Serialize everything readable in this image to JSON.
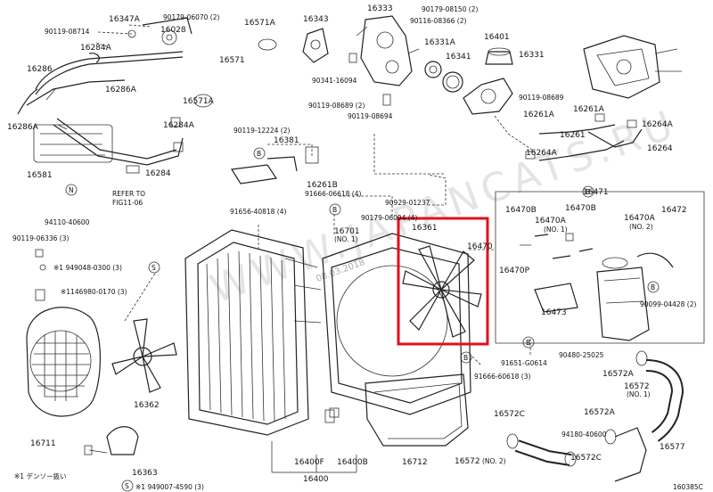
{
  "watermark": "WWW.JAPANCATS.RU",
  "watermark_date": "08.03.2018",
  "diagram_id": "160385C",
  "labels": [
    {
      "id": "l16347a",
      "t": "16347A"
    },
    {
      "id": "l90179_06070",
      "t": "90179-06070 (2)"
    },
    {
      "id": "l16571a_top",
      "t": "16571A"
    },
    {
      "id": "l16343",
      "t": "16343"
    },
    {
      "id": "l16333",
      "t": "16333"
    },
    {
      "id": "l90179_08150",
      "t": "90179-08150 (2)"
    },
    {
      "id": "l90119_08714",
      "t": "90119-08714"
    },
    {
      "id": "l16028",
      "t": "16028"
    },
    {
      "id": "l90116_08366",
      "t": "90116-08366 (2)"
    },
    {
      "id": "l16284a_top",
      "t": "16284A"
    },
    {
      "id": "l16331a",
      "t": "16331A"
    },
    {
      "id": "l16401",
      "t": "16401"
    },
    {
      "id": "l16571",
      "t": "16571"
    },
    {
      "id": "l16341",
      "t": "16341"
    },
    {
      "id": "l16286",
      "t": "16286"
    },
    {
      "id": "l16286a_mid",
      "t": "16286A"
    },
    {
      "id": "l16331",
      "t": "16331"
    },
    {
      "id": "l90341_16094",
      "t": "90341-16094"
    },
    {
      "id": "l16571a_mid",
      "t": "16571A"
    },
    {
      "id": "l90119_08689a",
      "t": "90119-08689 (2)"
    },
    {
      "id": "l90119_08689b",
      "t": "90119-08689"
    },
    {
      "id": "l90119_08694",
      "t": "90119-08694"
    },
    {
      "id": "l16261a_top",
      "t": "16261A"
    },
    {
      "id": "l16286a_left",
      "t": "16286A"
    },
    {
      "id": "l16284a_mid",
      "t": "16284A"
    },
    {
      "id": "l16261",
      "t": "16261"
    },
    {
      "id": "l16264a_top",
      "t": "16264A"
    },
    {
      "id": "l90119_12224",
      "t": "90119-12224 (2)"
    },
    {
      "id": "l16381",
      "t": "16381"
    },
    {
      "id": "l16264",
      "t": "16264"
    },
    {
      "id": "l16264a_mid",
      "t": "16264A"
    },
    {
      "id": "l16581",
      "t": "16581"
    },
    {
      "id": "l16284",
      "t": "16284"
    },
    {
      "id": "l16261b",
      "t": "16261B"
    },
    {
      "id": "l91666_06618_4",
      "t": "91666-06618 (4)"
    },
    {
      "id": "l90929_01237",
      "t": "90929-01237"
    },
    {
      "id": "l16471",
      "t": "16471"
    },
    {
      "id": "l_refer1",
      "t": "REFER TO"
    },
    {
      "id": "l_refer2",
      "t": "FIG11-06"
    },
    {
      "id": "l91656_40818",
      "t": "91656-40818 (4)"
    },
    {
      "id": "l16470b_a",
      "t": "16470B"
    },
    {
      "id": "l16470b_b",
      "t": "16470B"
    },
    {
      "id": "l16472",
      "t": "16472"
    },
    {
      "id": "l90179_06094",
      "t": "90179-06094 (4)"
    },
    {
      "id": "l16470a_a",
      "t": "16470A"
    },
    {
      "id": "l16470a_b",
      "t": "16470A"
    },
    {
      "id": "l94110_40600",
      "t": "94110-40600"
    },
    {
      "id": "l16361",
      "t": "16361"
    },
    {
      "id": "l16701",
      "t": "16701"
    },
    {
      "id": "l16701_no1",
      "t": "(NO. 1)"
    },
    {
      "id": "l_no1",
      "t": "(NO. 1)"
    },
    {
      "id": "l_no2",
      "t": "(NO. 2)"
    },
    {
      "id": "l90119_06336",
      "t": "90119-06336 (3)"
    },
    {
      "id": "l16470",
      "t": "16470"
    },
    {
      "id": "l1949048",
      "t": "※1 949048-0300 (3)"
    },
    {
      "id": "l16470p",
      "t": "16470P"
    },
    {
      "id": "l1146980",
      "t": "※1146980-0170 (3)"
    },
    {
      "id": "l16473",
      "t": "16473"
    },
    {
      "id": "l90099_04428",
      "t": "90099-04428 (2)"
    },
    {
      "id": "l90480_25025",
      "t": "90480-25025"
    },
    {
      "id": "l91651_g0614",
      "t": "91651-G0614"
    },
    {
      "id": "l16572a_a",
      "t": "16572A"
    },
    {
      "id": "l91666_60618",
      "t": "91666-60618 (3)"
    },
    {
      "id": "l16572_no1",
      "t": "16572"
    },
    {
      "id": "l16572_no1b",
      "t": "(NO. 1)"
    },
    {
      "id": "l16362",
      "t": "16362"
    },
    {
      "id": "l16572a_b",
      "t": "16572A"
    },
    {
      "id": "l16572c_a",
      "t": "16572C"
    },
    {
      "id": "l94180_40600",
      "t": "94180-40600"
    },
    {
      "id": "l16711",
      "t": "16711"
    },
    {
      "id": "l16577",
      "t": "16577"
    },
    {
      "id": "l16400f",
      "t": "16400F"
    },
    {
      "id": "l16400b",
      "t": "16400B"
    },
    {
      "id": "l16712",
      "t": "16712"
    },
    {
      "id": "l16572_no2",
      "t": "16572"
    },
    {
      "id": "l16572_no2b",
      "t": "(NO. 2)"
    },
    {
      "id": "l16572c_b",
      "t": "16572C"
    },
    {
      "id": "l16363",
      "t": "16363"
    },
    {
      "id": "l16400",
      "t": "16400"
    },
    {
      "id": "l_fn1",
      "t": "※1 デンソー扱い"
    },
    {
      "id": "l_fn2",
      "t": "※1 949007-4590 (3)"
    },
    {
      "id": "l_b1",
      "t": "B"
    },
    {
      "id": "l_b2",
      "t": "B"
    },
    {
      "id": "l_b3",
      "t": "B"
    },
    {
      "id": "l_b4",
      "t": "B"
    },
    {
      "id": "l_b5",
      "t": "B"
    },
    {
      "id": "l_b6",
      "t": "B"
    },
    {
      "id": "l_n1",
      "t": "N"
    },
    {
      "id": "l_s1",
      "t": "S"
    },
    {
      "id": "l_s2",
      "t": "S"
    }
  ]
}
